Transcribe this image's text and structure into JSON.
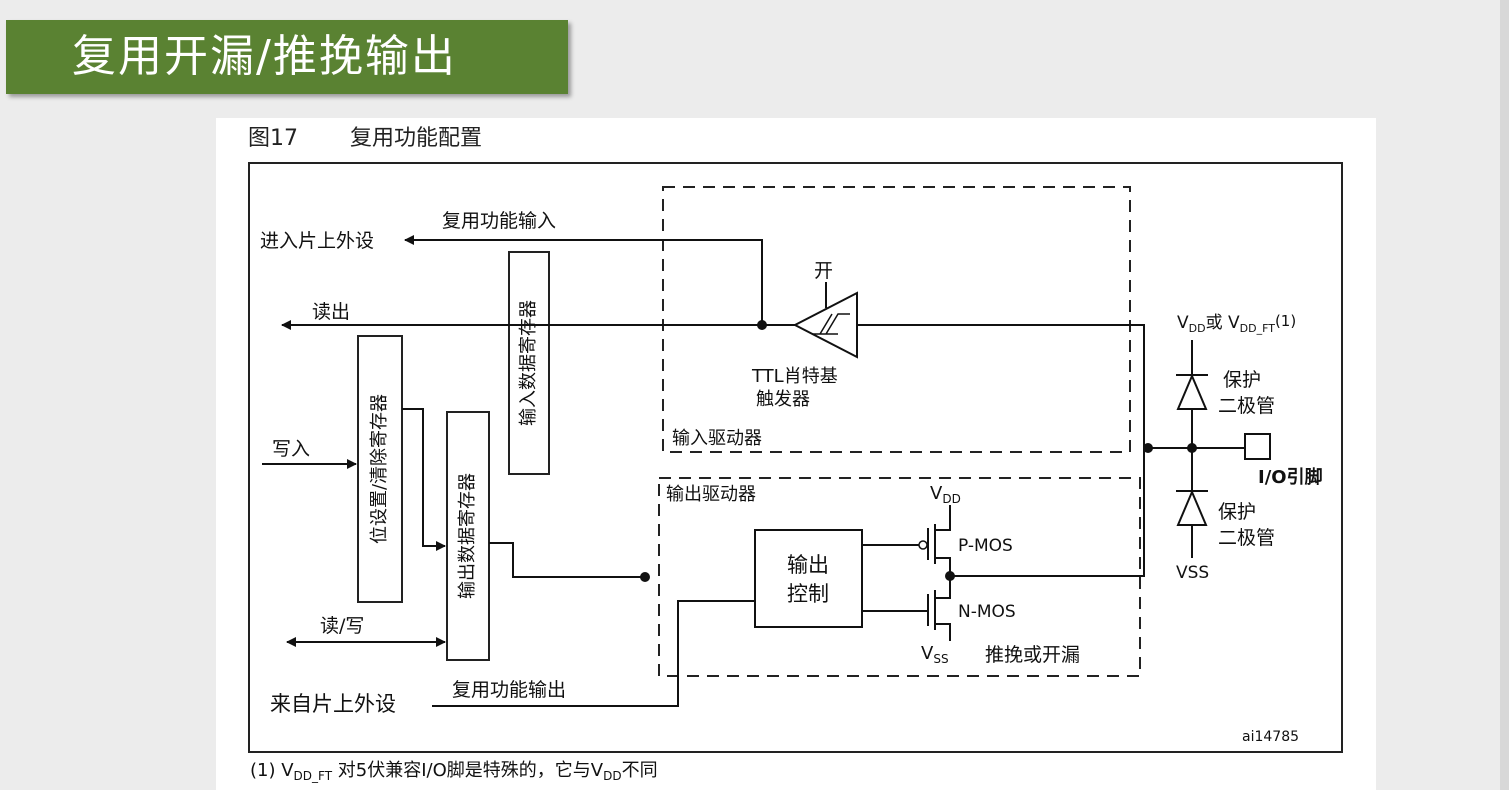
{
  "banner": {
    "title": "复用开漏/推挽输出"
  },
  "figure": {
    "number": "图17",
    "title": "复用功能配置",
    "id": "ai14785"
  },
  "labels": {
    "to_peripheral": "进入片上外设",
    "af_input": "复用功能输入",
    "read_out": "读出",
    "write_in": "写入",
    "read_write": "读/写",
    "from_peripheral": "来自片上外设",
    "af_output": "复用功能输出",
    "input_data_reg": "输入数据寄存器",
    "bsrr_reg": "位设置/清除寄存器",
    "output_data_reg": "输出数据寄存器",
    "switch": "开",
    "ttl_line1": "TTL肖特基",
    "ttl_line2": "触发器",
    "input_driver": "输入驱动器",
    "output_driver": "输出驱动器",
    "output_control_line1": "输出",
    "output_control_line2": "控制",
    "vdd": "V",
    "vdd_sub": "DD",
    "vss": "V",
    "vss_sub": "SS",
    "pmos": "P-MOS",
    "nmos": "N-MOS",
    "pushpull_od": "推挽或开漏",
    "vdd_or_ft_1": "V",
    "vdd_or_ft_1_sub": "DD",
    "vdd_or_ft_mid": "或 V",
    "vdd_or_ft_2_sub": "DD_FT",
    "vdd_or_ft_note": "(1)",
    "protect_diode_1a": "保护",
    "protect_diode_1b": "二极管",
    "protect_diode_2a": "保护",
    "protect_diode_2b": "二极管",
    "io_pin": "I/O引脚",
    "vss_plain": "VSS"
  },
  "footnote": {
    "prefix": "(1) V",
    "sub1": "DD_FT",
    "mid": " 对5伏兼容I/O脚是特殊的，它与V",
    "sub2": "DD",
    "suffix": "不同"
  }
}
